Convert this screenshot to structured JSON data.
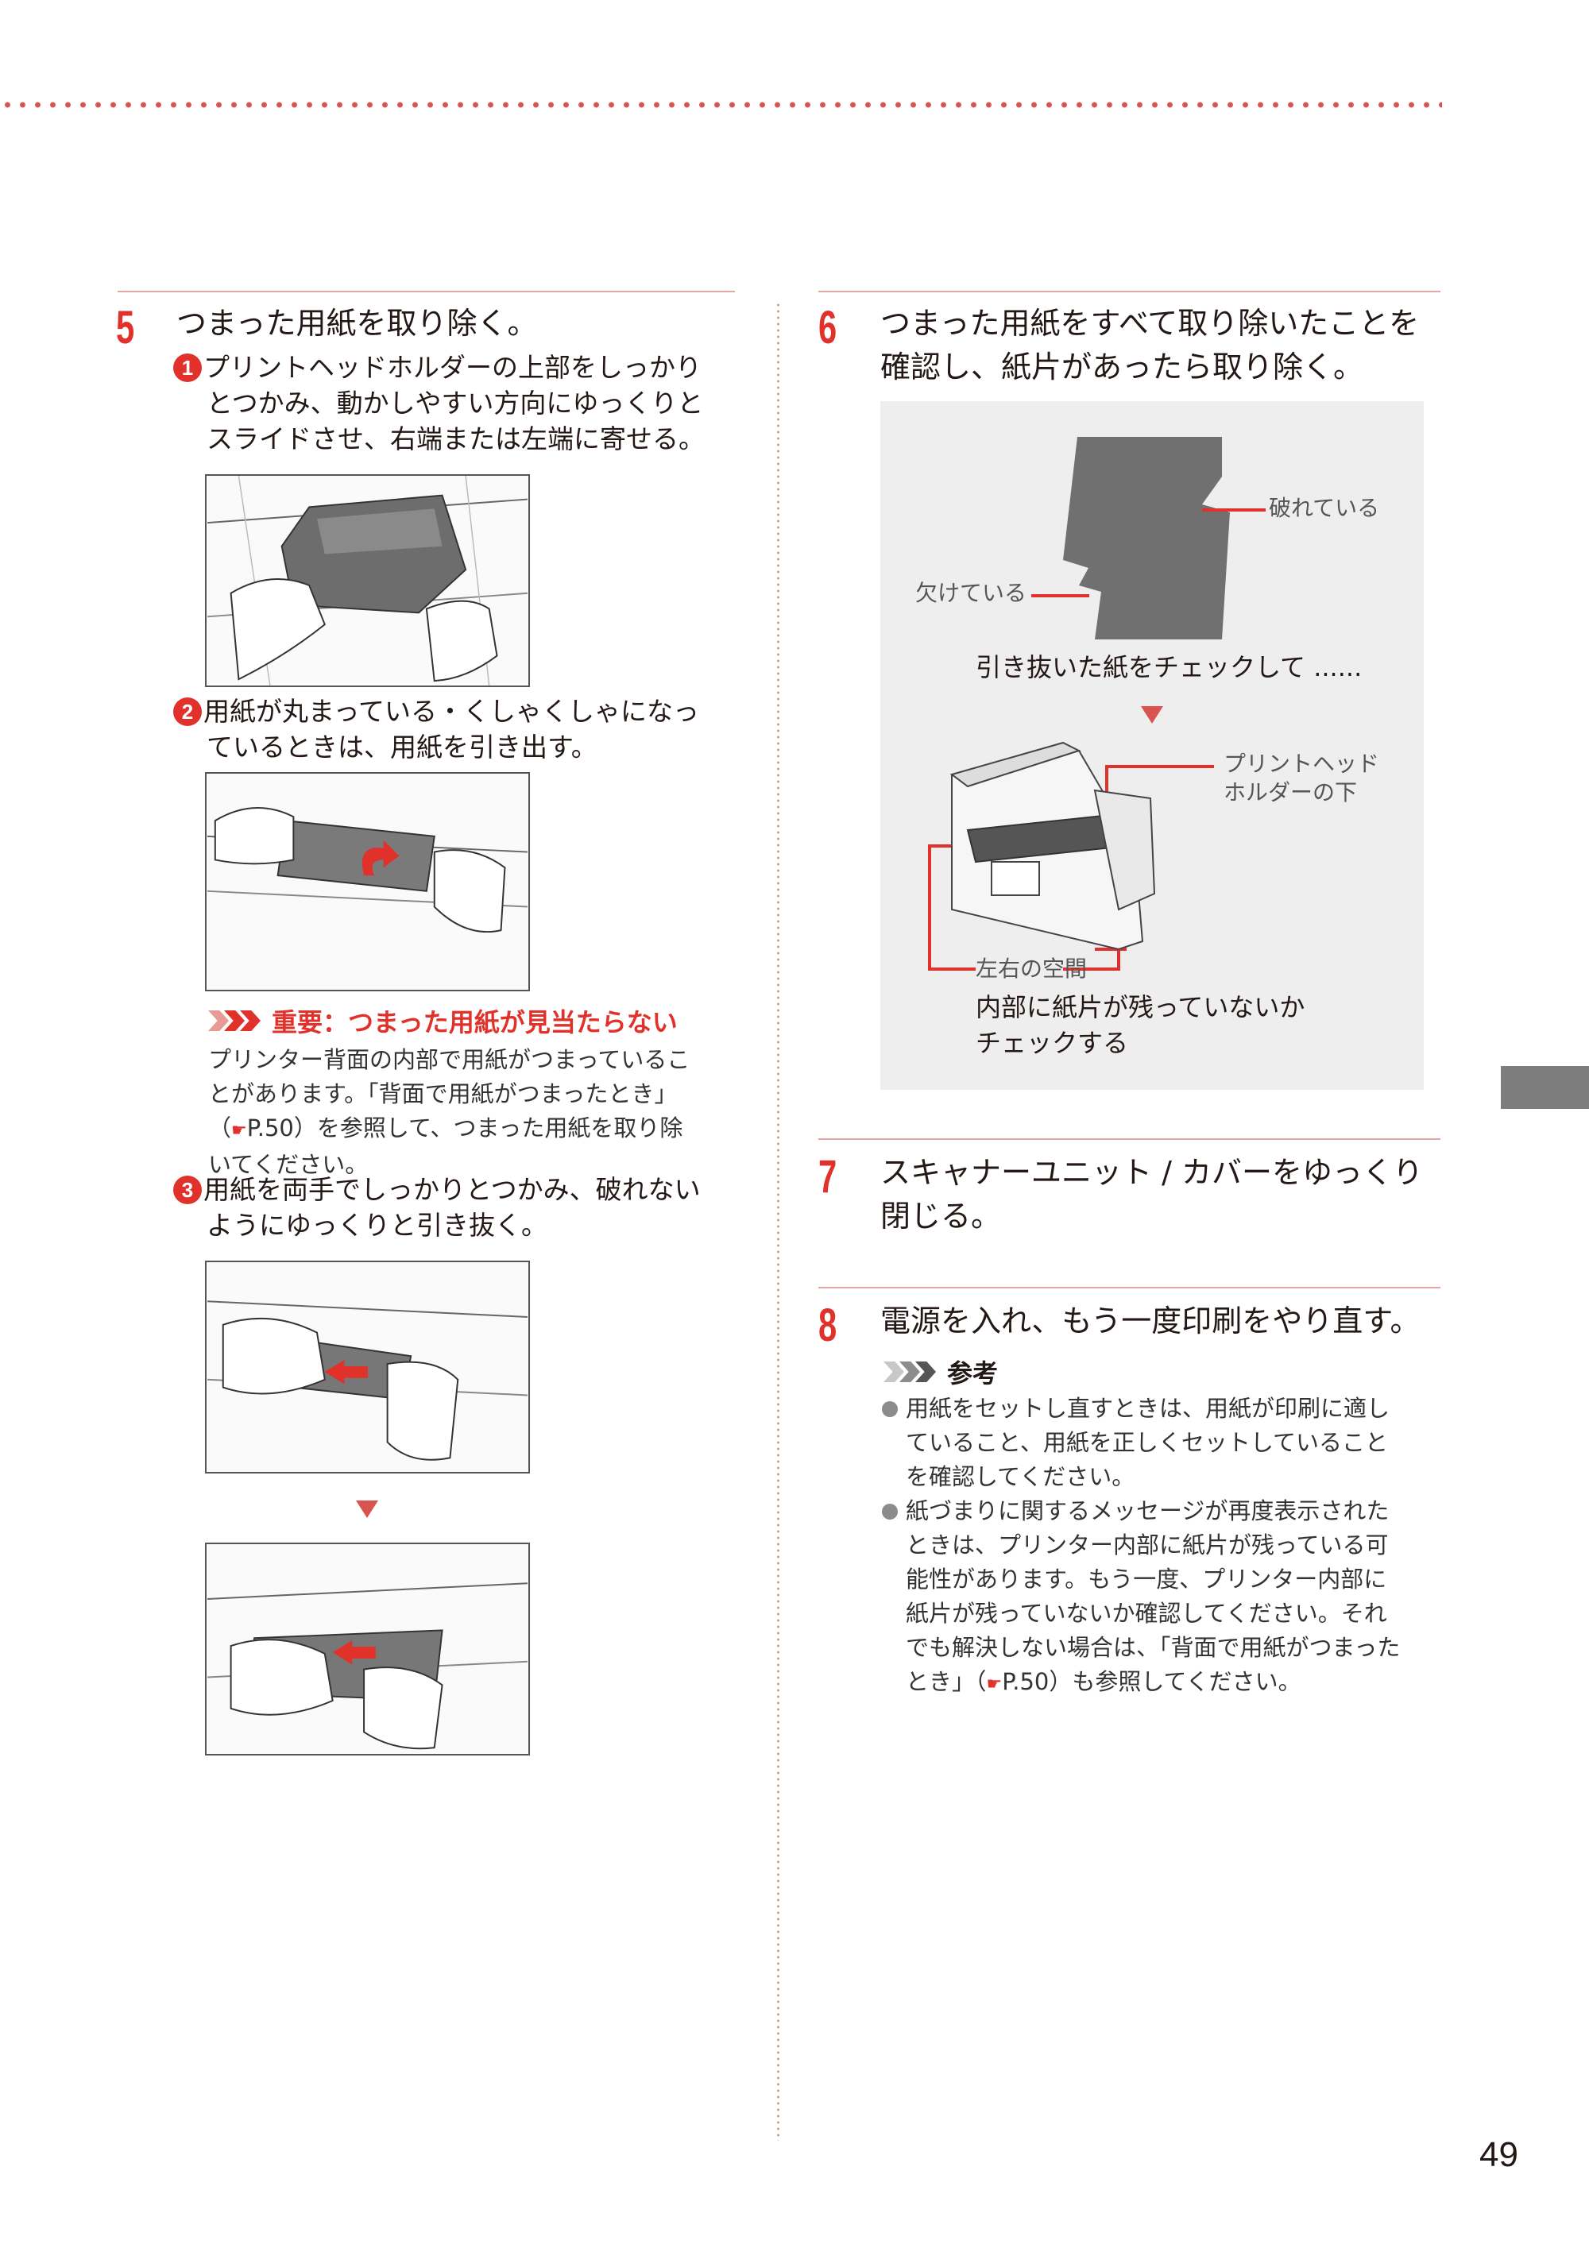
{
  "page_number": "49",
  "step5": {
    "number": "5",
    "title": "つまった用紙を取り除く。",
    "sub1_badge": "1",
    "sub1_lines": [
      "プリントヘッドホルダーの上部をしっかり",
      "とつかみ、動かしやすい方向にゆっくりと",
      "スライドさせ、右端または左端に寄せる。"
    ],
    "sub2_badge": "2",
    "sub2_lines": [
      "用紙が丸まっている・くしゃくしゃになっ",
      "ているときは、用紙を引き出す。"
    ],
    "important_title": "重要：つまった用紙が見当たらない",
    "important_lines": [
      "プリンター背面の内部で用紙がつまっているこ",
      "とがあります。「背面で用紙がつまったとき」",
      "（",
      "P.50）を参照して、つまった用紙を取り除",
      "いてください。"
    ],
    "sub3_badge": "3",
    "sub3_lines": [
      "用紙を両手でしっかりとつかみ、破れない",
      "ようにゆっくりと引き抜く。"
    ]
  },
  "step6": {
    "number": "6",
    "title_lines": [
      "つまった用紙をすべて取り除いたことを",
      "確認し、紙片があったら取り除く。"
    ],
    "label_torn": "破れている",
    "label_chipped": "欠けている",
    "check_text": "引き抜いた紙をチェックして ......",
    "label_under_holder_lines": [
      "プリントヘッド",
      "ホルダーの下"
    ],
    "label_sides": "左右の空間",
    "inner_check_lines": [
      "内部に紙片が残っていないか",
      "チェックする"
    ]
  },
  "step7": {
    "number": "7",
    "title_lines": [
      "スキャナーユニット / カバーをゆっくり",
      "閉じる。"
    ]
  },
  "step8": {
    "number": "8",
    "title": "電源を入れ、もう一度印刷をやり直す。",
    "note_title": "参考",
    "bullet1_lines": [
      "用紙をセットし直すときは、用紙が印刷に適し",
      "ていること、用紙を正しくセットしていること",
      "を確認してください。"
    ],
    "bullet2_lines": [
      "紙づまりに関するメッセージが再度表示された",
      "ときは、プリンター内部に紙片が残っている可",
      "能性があります。もう一度、プリンター内部に",
      "紙片が残っていないか確認してください。それ",
      "でも解決しない場合は、「背面で用紙がつまった",
      "とき」（",
      "P.50）も参照してください。"
    ]
  },
  "colors": {
    "accent": "#e0322b",
    "rule": "#e4a6a2",
    "gray_box": "#eeeeef",
    "tab": "#7d7d7d"
  }
}
